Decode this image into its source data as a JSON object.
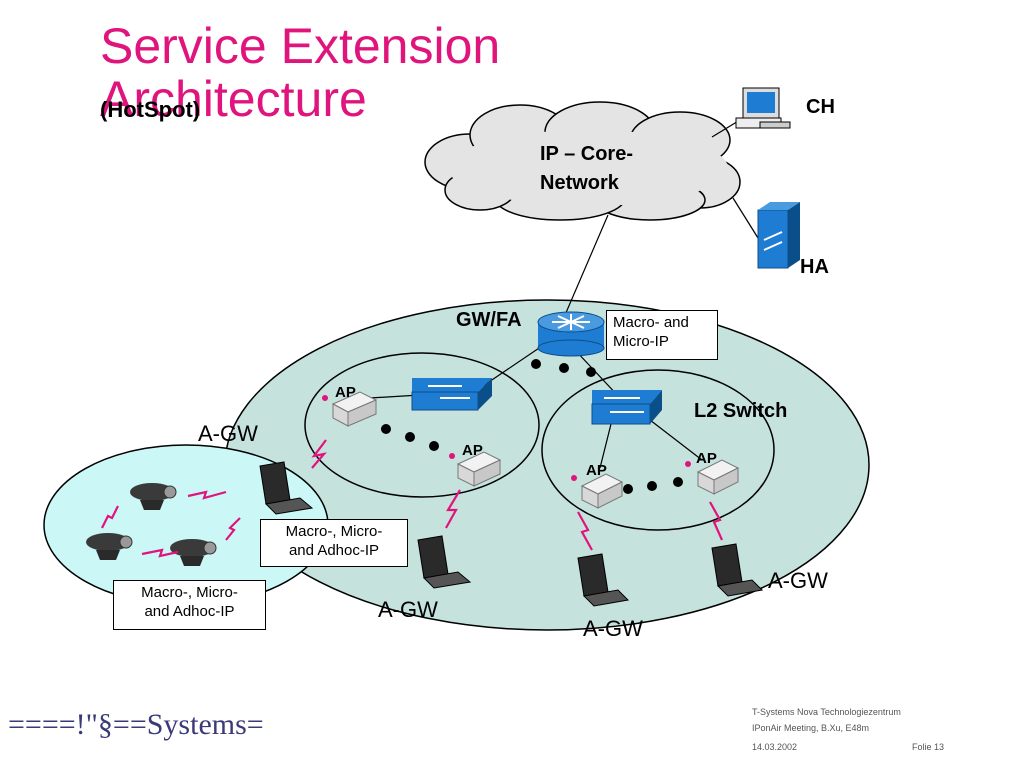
{
  "slide": {
    "title": "Service Extension Architecture",
    "subtitle": "(HotSpot)"
  },
  "diagram": {
    "cloud_label_line1": "IP – Core-",
    "cloud_label_line2": "Network",
    "ch_label": "CH",
    "ha_label": "HA",
    "gwfa_label": "GW/FA",
    "macro_micro_box_line1": "Macro- and",
    "macro_micro_box_line2": "Micro-IP",
    "l2_switch_label": "L2 Switch",
    "ap_label": "AP",
    "agw_label": "A-GW",
    "adhoc_box_line1": "Macro-, Micro-",
    "adhoc_box_line2": "and Adhoc-IP"
  },
  "colors": {
    "title": "#e0147d",
    "domain_fill": "#c6e2dd",
    "adhoc_fill": "#ccf7f7",
    "cloud_fill": "#e4e4e4",
    "switch_blue": "#1e7dd3",
    "wireless_link": "#e0147d"
  },
  "footer": {
    "logo_text": "====!\"§==Systems=",
    "org": "T-Systems Nova Technologiezentrum",
    "meeting": "IPonAir Meeting, B.Xu, E48m",
    "date": "14.03.2002",
    "folio": "Folie 13"
  }
}
